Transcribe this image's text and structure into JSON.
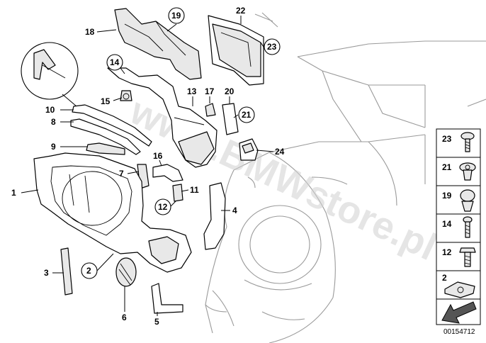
{
  "diagram": {
    "watermark": "www.BMWstore.pl",
    "document_id": "00154712",
    "callouts": [
      {
        "num": "1",
        "circled": false
      },
      {
        "num": "2",
        "circled": true
      },
      {
        "num": "3",
        "circled": false
      },
      {
        "num": "4",
        "circled": false
      },
      {
        "num": "5",
        "circled": false
      },
      {
        "num": "6",
        "circled": false
      },
      {
        "num": "7",
        "circled": false
      },
      {
        "num": "8",
        "circled": false
      },
      {
        "num": "9",
        "circled": false
      },
      {
        "num": "10",
        "circled": false
      },
      {
        "num": "11",
        "circled": false
      },
      {
        "num": "12",
        "circled": true
      },
      {
        "num": "13",
        "circled": false
      },
      {
        "num": "14",
        "circled": true
      },
      {
        "num": "15",
        "circled": false
      },
      {
        "num": "16",
        "circled": false
      },
      {
        "num": "17",
        "circled": false
      },
      {
        "num": "18",
        "circled": false
      },
      {
        "num": "19",
        "circled": true
      },
      {
        "num": "20",
        "circled": false
      },
      {
        "num": "21",
        "circled": true
      },
      {
        "num": "22",
        "circled": false
      },
      {
        "num": "23",
        "circled": true
      },
      {
        "num": "24",
        "circled": false
      }
    ],
    "legend": [
      {
        "num": "23",
        "icon": "screw-icon"
      },
      {
        "num": "21",
        "icon": "expanding-rivet-icon"
      },
      {
        "num": "19",
        "icon": "plastic-clip-icon"
      },
      {
        "num": "14",
        "icon": "bolt-icon"
      },
      {
        "num": "12",
        "icon": "hex-bolt-icon"
      },
      {
        "num": "2",
        "icon": "spring-nut-icon"
      },
      {
        "num": "",
        "icon": "direction-arrow-icon"
      }
    ]
  }
}
